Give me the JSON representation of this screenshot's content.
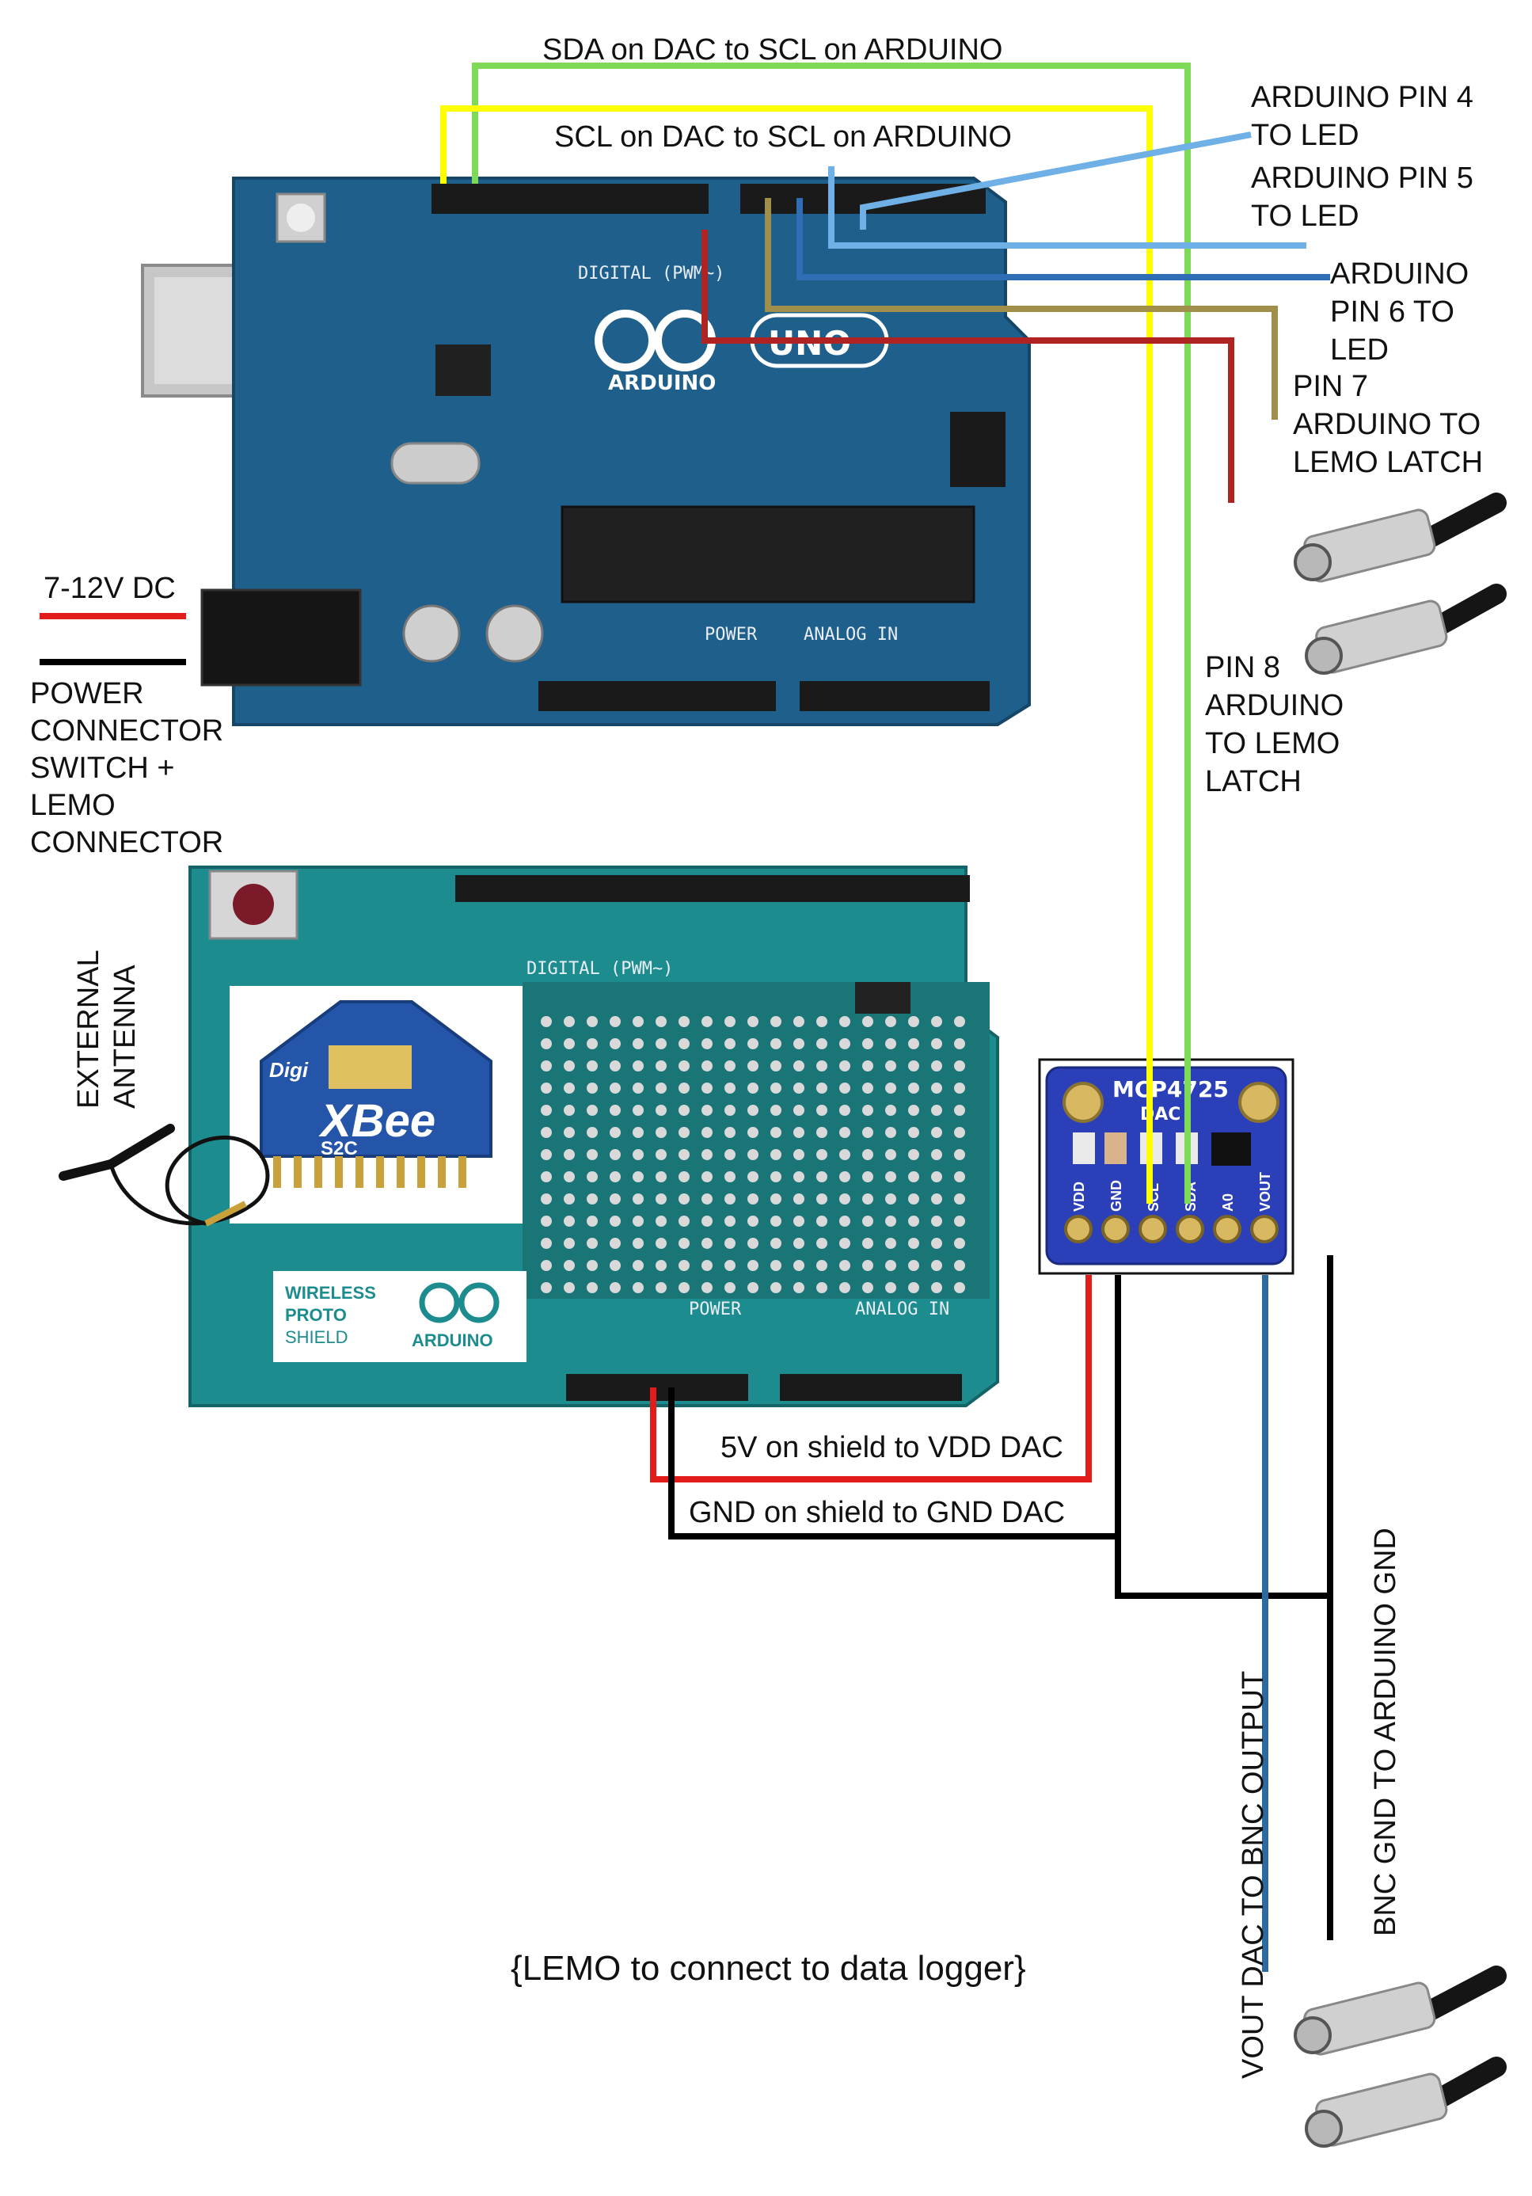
{
  "labels": {
    "sda_wire": "SDA on DAC to SCL on ARDUINO",
    "scl_wire": "SCL on DAC to SCL on ARDUINO",
    "pin4_line1": "ARDUINO PIN 4",
    "pin4_line2": "TO LED",
    "pin5_line1": "ARDUINO PIN 5",
    "pin5_line2": "TO LED",
    "pin6_line1": "ARDUINO",
    "pin6_line2": "PIN 6 TO",
    "pin6_line3": "LED",
    "pin7_line1": "PIN 7",
    "pin7_line2": "ARDUINO TO",
    "pin7_line3": "LEMO LATCH",
    "pin8_line1": "PIN 8",
    "pin8_line2": "ARDUINO",
    "pin8_line3": "TO LEMO",
    "pin8_line4": "LATCH",
    "dc_input": "7-12V DC",
    "power_line1": "POWER",
    "power_line2": "CONNECTOR",
    "power_line3": "SWITCH +",
    "power_line4": "LEMO",
    "power_line5": "CONNECTOR",
    "antenna_line1": "EXTERNAL",
    "antenna_line2": "ANTENNA",
    "shield_5v": "5V on shield to VDD DAC",
    "shield_gnd": "GND on shield to GND DAC",
    "vout": "VOUT DAC TO BNC OUTPUT",
    "bnc_gnd": "BNC GND TO ARDUINO GND",
    "lemo_logger": "{LEMO to connect to data logger}"
  },
  "boards": {
    "uno_brand": "ARDUINO",
    "uno_model": "UNO",
    "uno_digital": "DIGITAL (PWM~)",
    "uno_power": "POWER",
    "uno_analog": "ANALOG IN",
    "shield_name_1": "WIRELESS",
    "shield_name_2": "PROTO",
    "shield_name_3": "SHIELD",
    "shield_brand": "ARDUINO",
    "shield_digital": "DIGITAL (PWM~)",
    "shield_power": "POWER",
    "shield_analog": "ANALOG IN",
    "xbee_brand": "Digi",
    "xbee_model": "XBee",
    "xbee_sub": "S2C",
    "dac_name": "MCP4725",
    "dac_sub": "DAC",
    "dac_pins": [
      "VDD",
      "GND",
      "SCL",
      "SDA",
      "A0",
      "VOUT"
    ]
  },
  "colors": {
    "board_uno": "#1f5f8b",
    "board_shield": "#1d8c8f",
    "dac_board": "#2a3fb8",
    "wire_yellow": "#ffff00",
    "wire_green": "#7ed957",
    "wire_light_blue": "#6fb0e6",
    "wire_blue": "#2f6db5",
    "wire_olive": "#a08f4a",
    "wire_dark_red": "#b02323",
    "wire_red": "#e21b1b",
    "wire_black": "#000000",
    "wire_vout": "#2c6aa0"
  }
}
